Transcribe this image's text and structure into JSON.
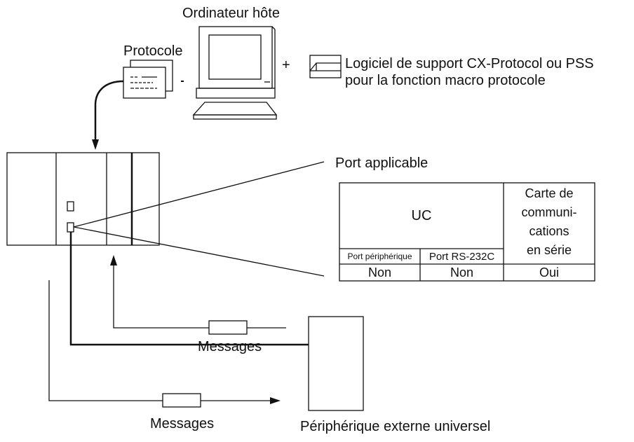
{
  "labels": {
    "host": "Ordinateur hôte",
    "protocol": "Protocole",
    "plus": "+",
    "software_line1": "Logiciel de support CX-Protocol ou PSS",
    "software_line2": "pour la fonction macro protocole",
    "applicable_port": "Port applicable",
    "messages_top": "Messages",
    "messages_bottom": "Messages",
    "external_device": "Périphérique externe universel"
  },
  "port_table": {
    "uc_header": "UC",
    "serial_card_line1": "Carte de",
    "serial_card_line2": "communi-",
    "serial_card_line3": "cations",
    "serial_card_line4": "en série",
    "peripheral_port": "Port périphérique",
    "rs232c_port": "Port RS-232C",
    "values": [
      "Non",
      "Non",
      "Oui"
    ]
  }
}
